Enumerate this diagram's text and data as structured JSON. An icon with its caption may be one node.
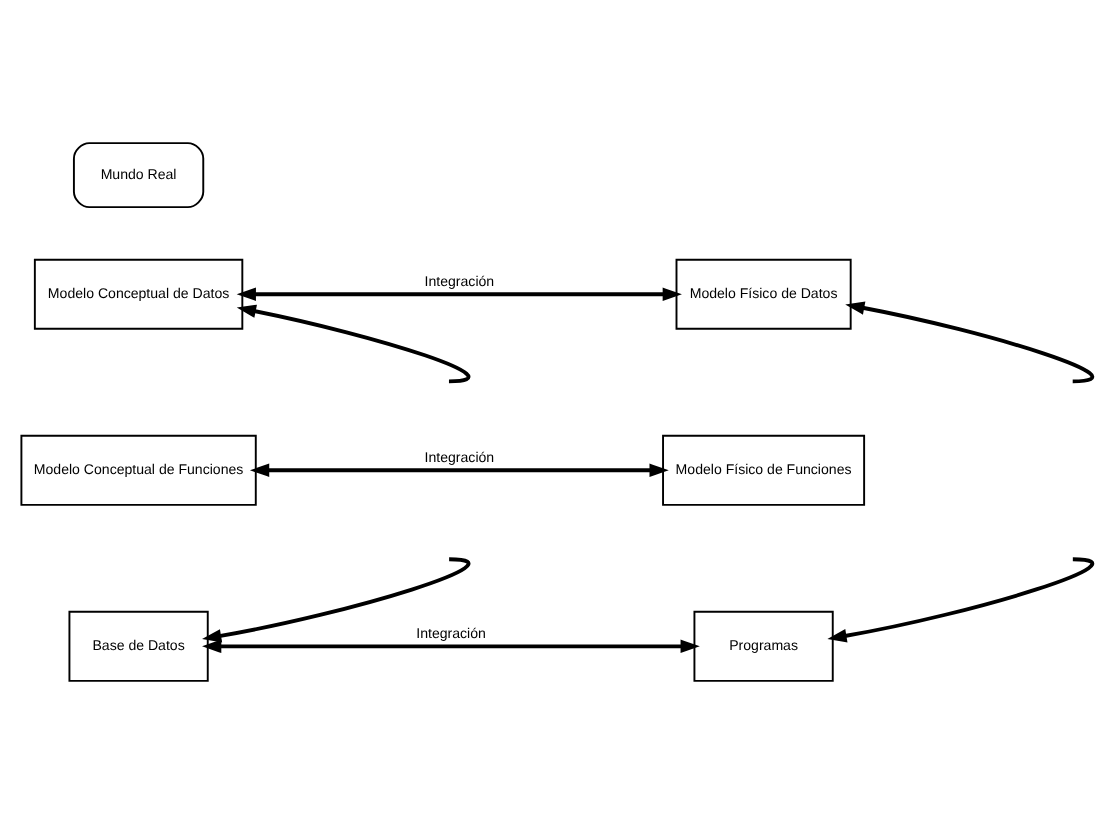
{
  "diagram": {
    "nodes": [
      {
        "text": [
          "Mundo Real"
        ]
      },
      {
        "text": [
          "Modelo Conceptual de Datos"
        ]
      },
      {
        "text": [
          "Modelo Físico de Datos"
        ]
      },
      {
        "text": [
          "Modelo Conceptual de Funciones"
        ]
      },
      {
        "text": [
          "Modelo Físico de Funciones"
        ]
      },
      {
        "text": [
          "Base de Datos"
        ]
      },
      {
        "text": [
          "Programas"
        ]
      }
    ],
    "edges": [
      {
        "from": 1,
        "to": 2,
        "arrow": "both",
        "label": "Integración"
      },
      {
        "from": 3,
        "to": 4,
        "arrow": "both",
        "label": "Integración"
      },
      {
        "from": 5,
        "to": 6,
        "arrow": "both",
        "label": "Integración"
      },
      {
        "from": null,
        "to": 1,
        "arrow": "to"
      },
      {
        "from": null,
        "to": 5,
        "arrow": "to"
      },
      {
        "from": null,
        "to": 2,
        "arrow": "to"
      },
      {
        "from": null,
        "to": 6,
        "arrow": "to"
      }
    ]
  }
}
